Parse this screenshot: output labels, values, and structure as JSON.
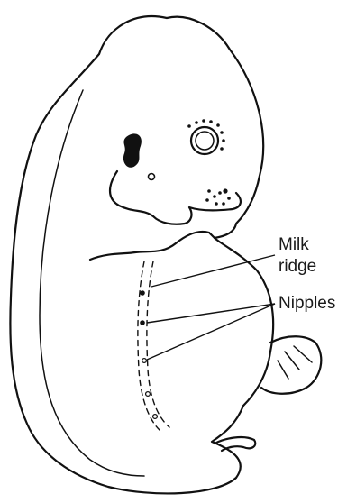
{
  "labels": {
    "milk_ridge_line1": "Milk",
    "milk_ridge_line2": "ridge",
    "nipples": "Nipples"
  }
}
